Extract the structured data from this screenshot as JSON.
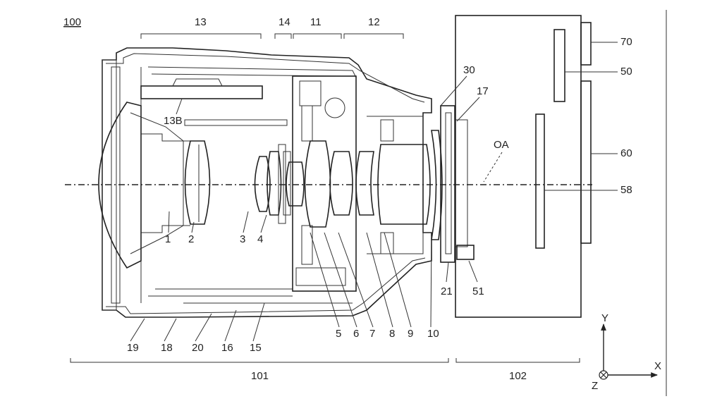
{
  "figure": {
    "ref_main": "100",
    "groups": {
      "g13": "13",
      "g14": "14",
      "g11": "11",
      "g12": "12"
    },
    "ref_13b": "13B",
    "ref_30": "30",
    "ref_17": "17",
    "ref_70": "70",
    "ref_50": "50",
    "ref_60": "60",
    "ref_58": "58",
    "ref_oa": "OA",
    "ref_51": "51",
    "ref_21": "21",
    "bottom_labels": [
      "1",
      "2",
      "3",
      "4",
      "5",
      "6",
      "7",
      "8",
      "9",
      "10",
      "19",
      "18",
      "20",
      "16",
      "15"
    ],
    "brace_101": "101",
    "brace_102": "102",
    "axes": {
      "y": "Y",
      "x": "X",
      "z": "Z"
    }
  }
}
